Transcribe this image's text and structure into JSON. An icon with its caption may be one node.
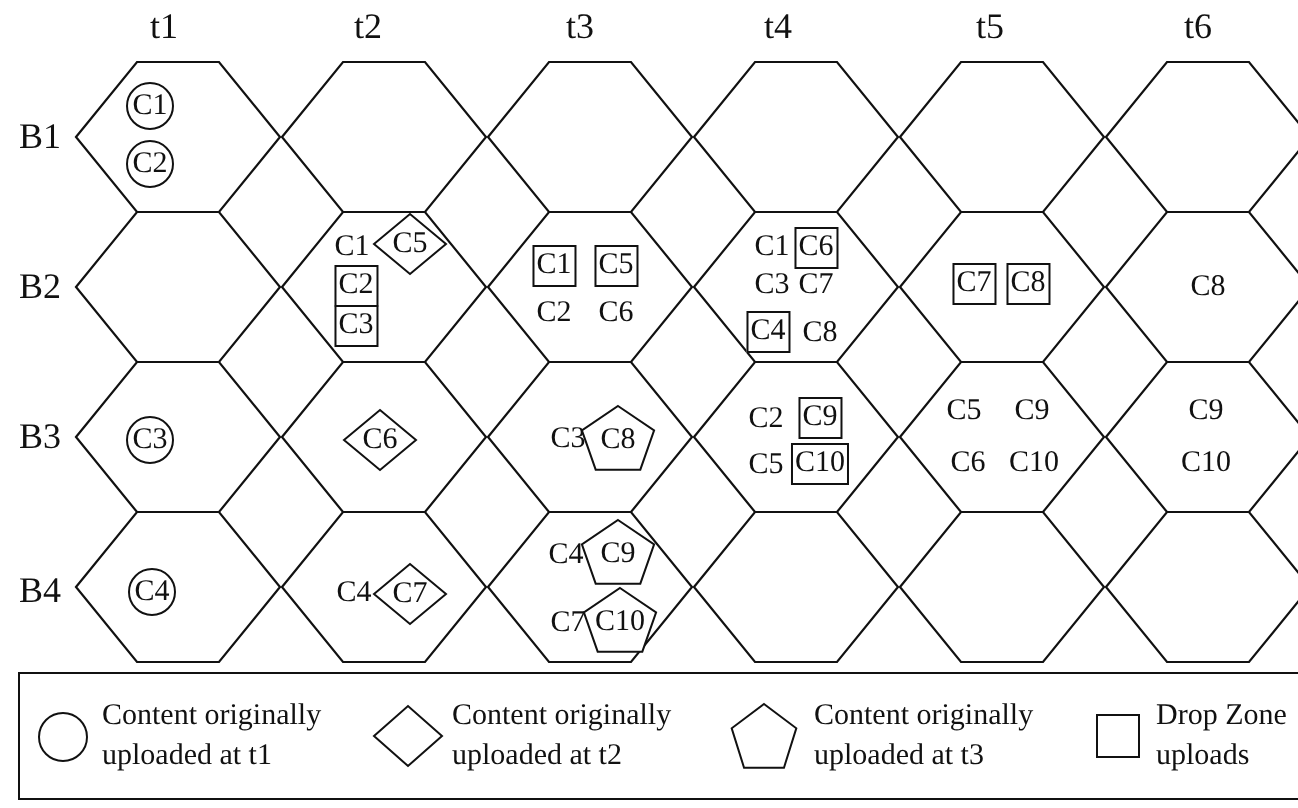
{
  "diagram": {
    "nodes": [
      {
        "text": [],
        "shape": "hexagon"
      },
      {
        "text": [
          "C1"
        ],
        "in": 0
      },
      {
        "text": [
          "C2"
        ],
        "in": 0
      },
      {
        "text": [],
        "shape": "hexagon"
      },
      {
        "text": [],
        "shape": "hexagon"
      },
      {
        "text": [],
        "shape": "hexagon"
      },
      {
        "text": [],
        "shape": "hexagon"
      },
      {
        "text": [],
        "shape": "hexagon"
      },
      {
        "text": [],
        "shape": "hexagon"
      },
      {
        "text": [
          "C1"
        ]
      },
      {
        "text": [
          "C5"
        ],
        "in": 9
      },
      {
        "text": [
          "C2"
        ],
        "in": 9
      },
      {
        "text": [
          "C3"
        ],
        "in": 9
      },
      {
        "text": [
          "C2",
          "C6"
        ]
      },
      {
        "text": [
          "C1"
        ],
        "in": 13
      },
      {
        "text": [
          "C5"
        ],
        "in": 13
      },
      {
        "text": [
          "C1",
          "C3",
          "C7",
          "C8"
        ]
      },
      {
        "text": [
          "C6"
        ],
        "in": 16
      },
      {
        "text": [
          "C4"
        ],
        "in": 16
      },
      {
        "text": [],
        "shape": "hexagon"
      },
      {
        "text": [
          "C7"
        ],
        "in": 19
      },
      {
        "text": [
          "C8"
        ],
        "in": 19
      },
      {
        "text": [
          "C8"
        ]
      },
      {
        "text": [],
        "shape": "hexagon"
      },
      {
        "text": [
          "C3"
        ],
        "in": 23
      },
      {
        "text": [],
        "shape": "hexagon"
      },
      {
        "text": [
          "C6"
        ],
        "in": 25
      },
      {
        "text": [
          "C3"
        ]
      },
      {
        "text": [
          "C8"
        ],
        "in": 27
      },
      {
        "text": [
          "C2",
          "C5"
        ]
      },
      {
        "text": [
          "C9"
        ],
        "in": 29
      },
      {
        "text": [
          "C10"
        ],
        "in": 29
      },
      {
        "text": [
          "C5",
          "C9",
          "C6",
          "C10"
        ]
      },
      {
        "text": [
          "C9",
          "C10"
        ]
      },
      {
        "text": [],
        "shape": "hexagon"
      },
      {
        "text": [
          "C4"
        ],
        "in": 34
      },
      {
        "text": [
          "C4"
        ]
      },
      {
        "text": [
          "C7"
        ],
        "in": 36
      },
      {
        "text": [
          "C4",
          "C7"
        ]
      },
      {
        "text": [
          "C9"
        ],
        "in": 38
      },
      {
        "text": [
          "C10"
        ],
        "in": 38
      },
      {
        "text": [],
        "shape": "hexagon"
      },
      {
        "text": [],
        "shape": "hexagon"
      },
      {
        "text": [],
        "shape": "hexagon"
      }
    ],
    "labels": [
      "t1",
      "t2",
      "t3",
      "t4",
      "t5",
      "t6",
      "B1",
      "B2",
      "B3",
      "B4"
    ],
    "legend": [
      {
        "text": "Content originally uploaded at t1"
      },
      {
        "text": "Content originally uploaded at t2"
      },
      {
        "text": "Content originally uploaded at t3"
      },
      {
        "text": "Drop Zone uploads"
      }
    ]
  }
}
